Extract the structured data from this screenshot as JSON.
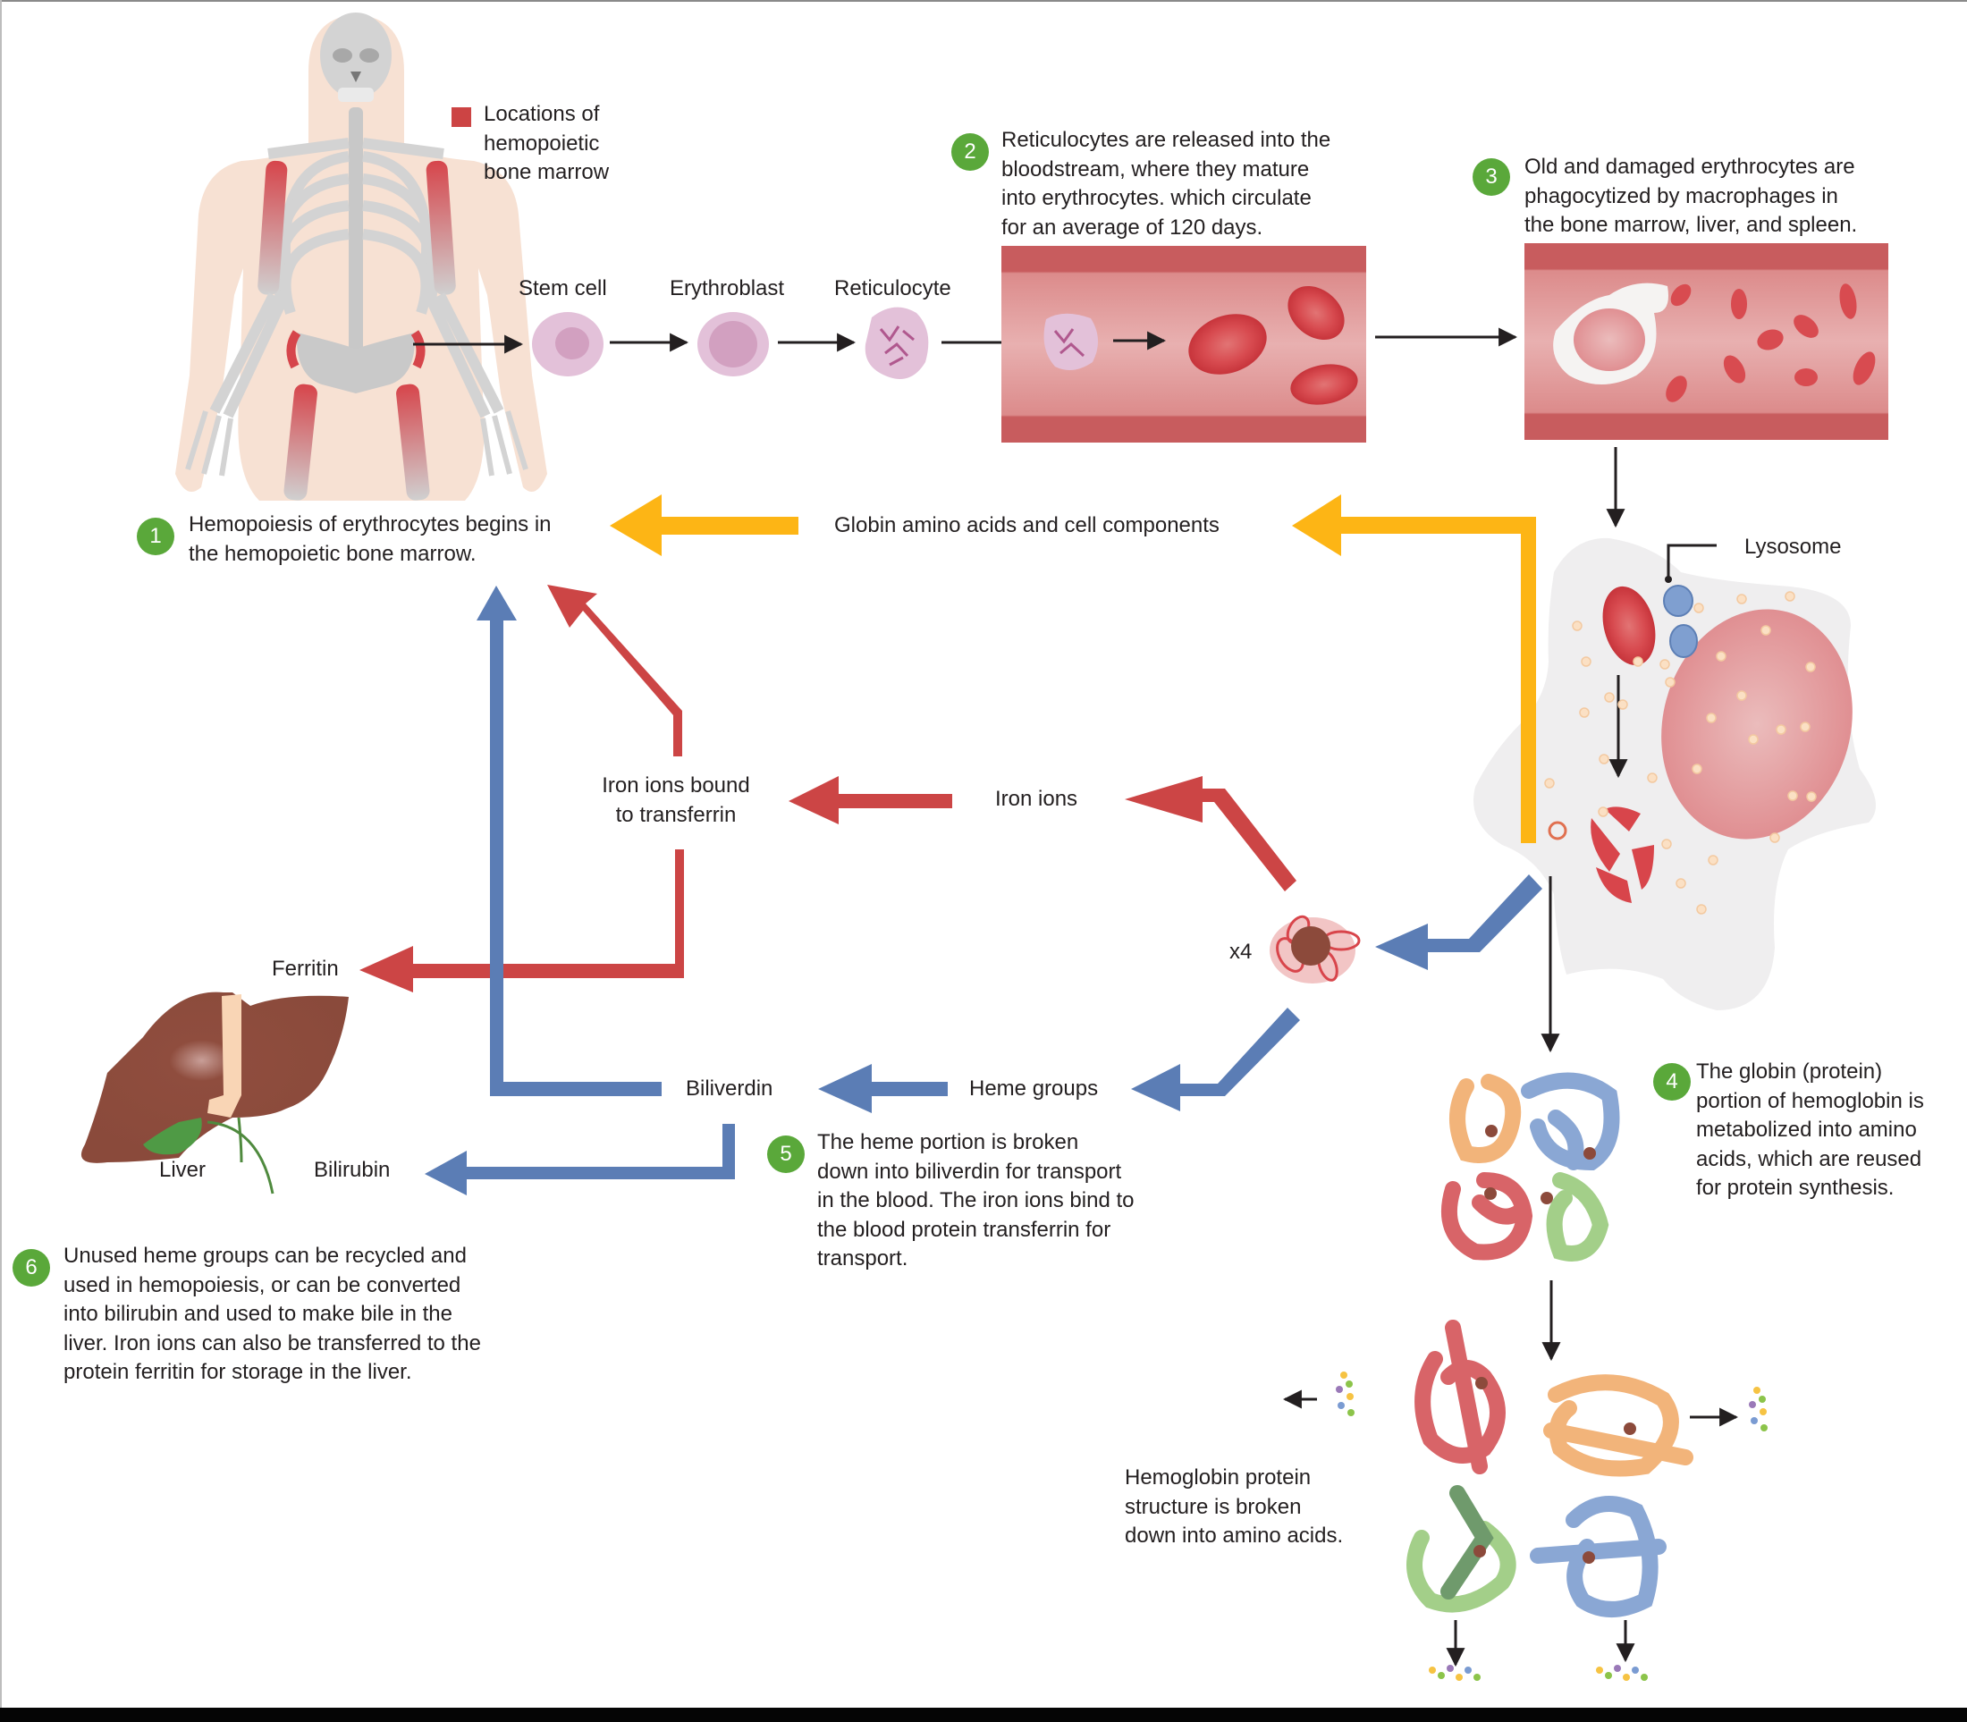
{
  "legend": {
    "swatch_color": "#cc4444",
    "text_lines": [
      "Locations of",
      "hemopoietic",
      "bone marrow"
    ]
  },
  "cells": {
    "stem_cell": "Stem cell",
    "erythroblast": "Erythroblast",
    "reticulocyte": "Reticulocyte"
  },
  "steps": [
    {
      "number": "1",
      "lines": [
        "Hemopoiesis of erythrocytes begins in",
        "the hemopoietic bone marrow."
      ]
    },
    {
      "number": "2",
      "lines": [
        "Reticulocytes are released into the",
        "bloodstream, where they mature",
        "into erythrocytes. which circulate",
        "for an average of 120 days."
      ]
    },
    {
      "number": "3",
      "lines": [
        "Old and damaged erythrocytes are",
        "phagocytized by macrophages in",
        "the bone marrow, liver, and spleen."
      ]
    },
    {
      "number": "4",
      "lines": [
        "The globin (protein)",
        "portion of hemoglobin is",
        "metabolized into amino",
        "acids, which are reused",
        "for protein synthesis."
      ]
    },
    {
      "number": "5",
      "lines": [
        "The heme portion is broken",
        "down into biliverdin for transport",
        "in the blood. The iron ions bind to",
        "the blood protein transferrin for",
        "transport."
      ]
    },
    {
      "number": "6",
      "lines": [
        "Unused heme groups can be recycled and",
        "used in hemopoiesis, or can be converted",
        "into bilirubin and used to make bile in the",
        "liver. Iron ions can also be transferred to the",
        "protein ferritin for storage in the liver."
      ]
    }
  ],
  "flow_labels": {
    "globin": "Globin amino acids and cell components",
    "lysosome": "Lysosome",
    "iron_ions": "Iron ions",
    "iron_transferrin_lines": [
      "Iron ions bound",
      "to transferrin"
    ],
    "ferritin": "Ferritin",
    "x4": "x4",
    "heme_groups": "Heme groups",
    "biliverdin": "Biliverdin",
    "bilirubin": "Bilirubin",
    "liver": "Liver",
    "breakdown_lines": [
      "Hemoglobin protein",
      "structure is broken",
      "down into amino acids."
    ]
  },
  "colors": {
    "step_badge": "#5aa83a",
    "globin_arrow": "#fdb515",
    "iron_arrow": "#cc4545",
    "heme_arrow": "#5b7db5",
    "vessel": "#dc8c8c",
    "erythrocyte": "#d8454b",
    "macrophage": "#efeeef",
    "liver": "#8c4a3b"
  }
}
